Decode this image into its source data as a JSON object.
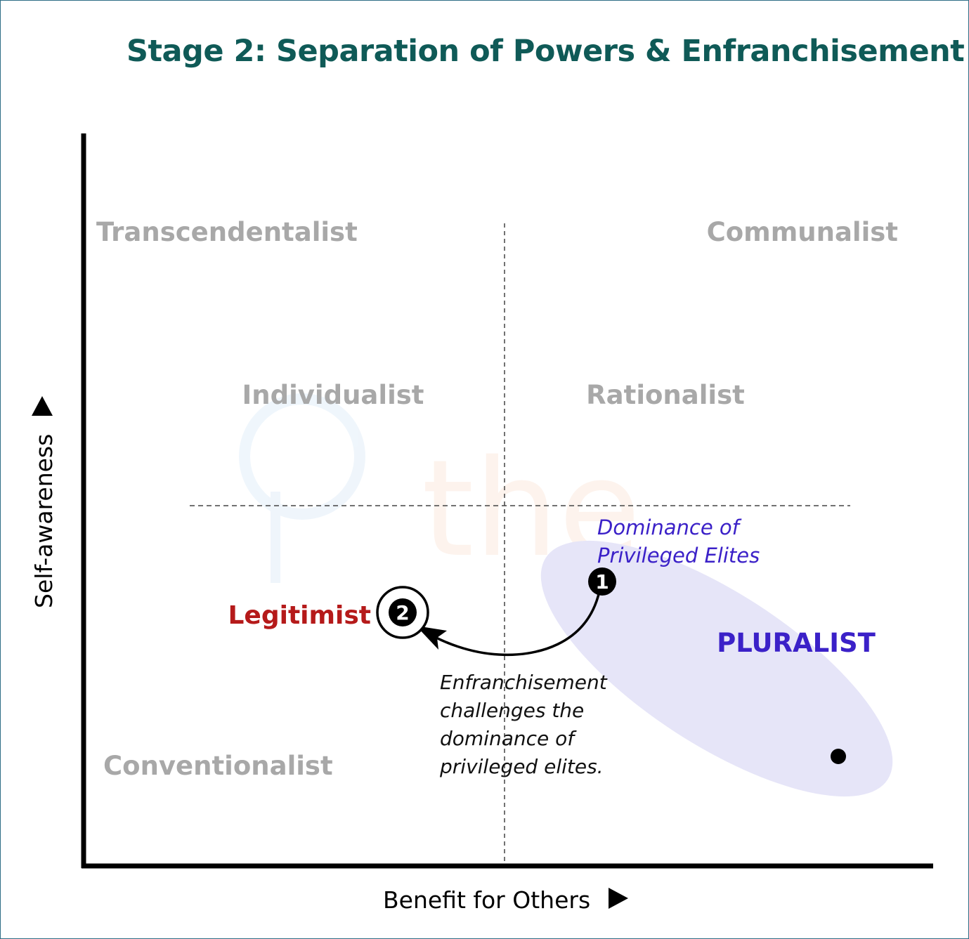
{
  "title": "Stage 2: Separation of Powers & Enfranchisement",
  "axes": {
    "x_label": "Benefit for Others",
    "y_label": "Self-awareness"
  },
  "quadrants": {
    "transcendentalist": "Transcendentalist",
    "communalist": "Communalist",
    "individualist": "Individualist",
    "rationalist": "Rationalist",
    "conventionalist": "Conventionalist"
  },
  "annotations": {
    "dominance_line1": "Dominance of",
    "dominance_line2": "Privileged Elites",
    "legitimist": "Legitimist",
    "pluralist": "PLURALIST",
    "enfranchisement_lines": [
      "Enfranchisement",
      "challenges the",
      "dominance of",
      "privileged elites."
    ]
  },
  "markers": {
    "start": "1",
    "end": "2"
  },
  "watermark": "the",
  "colors": {
    "title": "#0f5a57",
    "quadrant_label": "#a8a8a8",
    "pluralist": "#3b21c8",
    "legitimist": "#b51a1a",
    "ellipse_fill": "#e6e5f8",
    "frame": "#2e6e86"
  },
  "icons": {
    "x_arrow": "triangle-right-icon",
    "y_arrow": "triangle-up-icon"
  }
}
